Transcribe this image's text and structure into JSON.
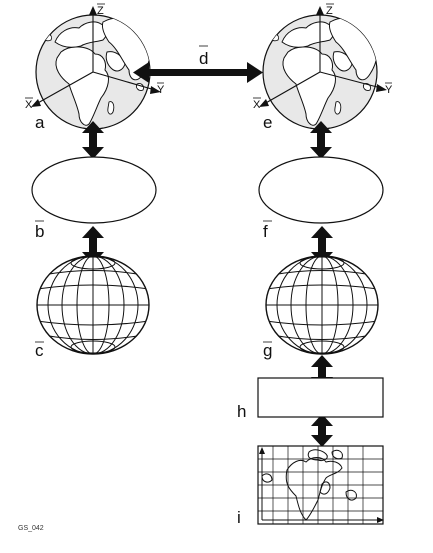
{
  "labels": {
    "a": "a",
    "b": "b",
    "c": "c",
    "d": "d",
    "e": "e",
    "f": "f",
    "g": "g",
    "h": "h",
    "i": "i"
  },
  "axes": {
    "x": "X",
    "y": "Y",
    "z": "Z"
  },
  "figure_code": "GS_042",
  "colors": {
    "ink": "#111111",
    "sea": "#e8e8e8",
    "land": "#ffffff"
  }
}
